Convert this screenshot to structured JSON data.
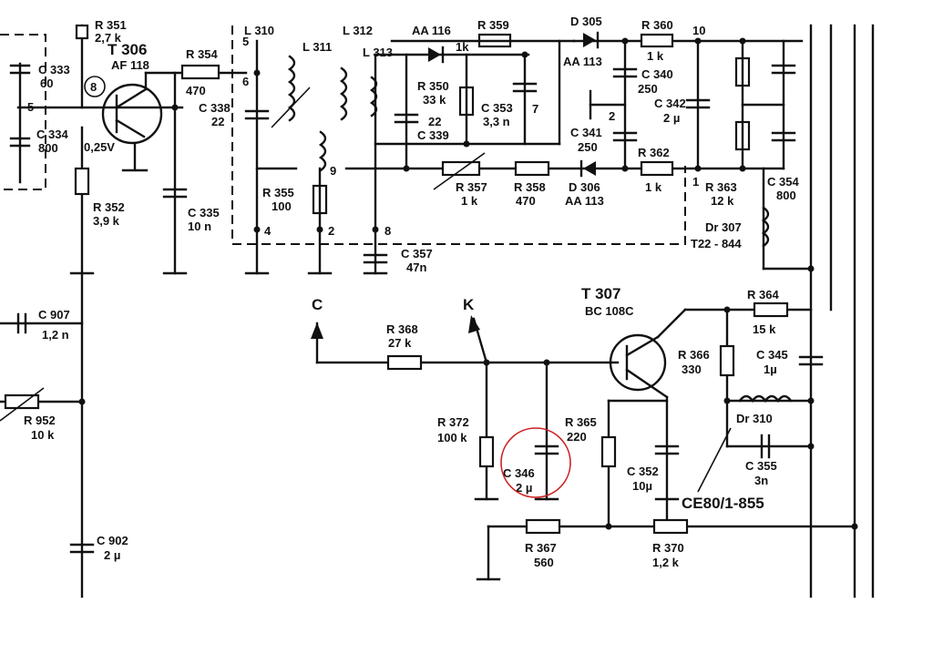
{
  "components": {
    "r351": {
      "name": "R 351",
      "value": "2,7 k"
    },
    "c333": {
      "name": "C 333",
      "value": "60"
    },
    "c334": {
      "name": "C 334",
      "value": "800"
    },
    "t306": {
      "name": "T 306",
      "type": "AF 118",
      "bias": "0,25V"
    },
    "r352": {
      "name": "R 352",
      "value": "3,9 k"
    },
    "r354": {
      "name": "R 354",
      "value": "470"
    },
    "c335": {
      "name": "C 335",
      "value": "10 n"
    },
    "l310": {
      "name": "L 310"
    },
    "l311": {
      "name": "L 311"
    },
    "l312": {
      "name": "L 312"
    },
    "l313": {
      "name": "L 313"
    },
    "c338": {
      "name": "C 338",
      "value": "22"
    },
    "r355": {
      "name": "R 355",
      "value": "100"
    },
    "c357": {
      "name": "C 357",
      "value": "47n"
    },
    "aa116": {
      "name": "AA 116"
    },
    "r359": {
      "name": "R 359",
      "value": "1k"
    },
    "r350": {
      "name": "R 350",
      "value": "33 k"
    },
    "c339": {
      "name": "C 339",
      "value": "22"
    },
    "c353": {
      "name": "C 353",
      "value": "3,3 n"
    },
    "d305": {
      "name": "D 305",
      "type": "AA 113"
    },
    "r360": {
      "name": "R 360",
      "value": "1 k"
    },
    "c340": {
      "name": "C 340",
      "value": "250"
    },
    "c341": {
      "name": "C 341",
      "value": "250"
    },
    "c342": {
      "name": "C 342",
      "value": "2 µ"
    },
    "r362": {
      "name": "R 362",
      "value": "1 k"
    },
    "r357": {
      "name": "R 357",
      "value": "1 k"
    },
    "r358": {
      "name": "R 358",
      "value": "470"
    },
    "d306": {
      "name": "D 306",
      "type": "AA 113"
    },
    "r363": {
      "name": "R 363",
      "value": "12 k"
    },
    "c354": {
      "name": "C 354",
      "value": "800"
    },
    "dr307": {
      "name": "Dr 307",
      "value": "T22 - 844"
    },
    "c907": {
      "name": "C 907",
      "value": "1,2 n"
    },
    "r952": {
      "name": "R 952",
      "value": "10 k"
    },
    "c902": {
      "name": "C 902",
      "value": "2 µ"
    },
    "r368": {
      "name": "R 368",
      "value": "27 k"
    },
    "t307": {
      "name": "T 307",
      "type": "BC 108C"
    },
    "r364": {
      "name": "R 364",
      "value": "15 k"
    },
    "r366": {
      "name": "R 366",
      "value": "330"
    },
    "c345": {
      "name": "C 345",
      "value": "1µ"
    },
    "dr310": {
      "name": "Dr 310"
    },
    "c355": {
      "name": "C 355",
      "value": "3n"
    },
    "r372": {
      "name": "R 372",
      "value": "100 k"
    },
    "c346": {
      "name": "C 346",
      "value": "2 µ"
    },
    "r365": {
      "name": "R 365",
      "value": "220"
    },
    "c352": {
      "name": "C 352",
      "value": "10µ"
    },
    "r367": {
      "name": "R 367",
      "value": "560"
    },
    "r370": {
      "name": "R 370",
      "value": "1,2 k"
    }
  },
  "terminals": {
    "c": "C",
    "k": "K"
  },
  "filter_module": "CE80/1-855",
  "pins": {
    "p1": "1",
    "p2": "2",
    "p4": "4",
    "p5": "5",
    "p6": "6",
    "p7": "7",
    "p8": "8",
    "p9": "9",
    "p10": "10",
    "p_8circle": "8"
  },
  "highlight": {
    "color": "#cc2222",
    "target": "C 346"
  },
  "colors": {
    "ink": "#111111",
    "paper": "#ffffff"
  }
}
